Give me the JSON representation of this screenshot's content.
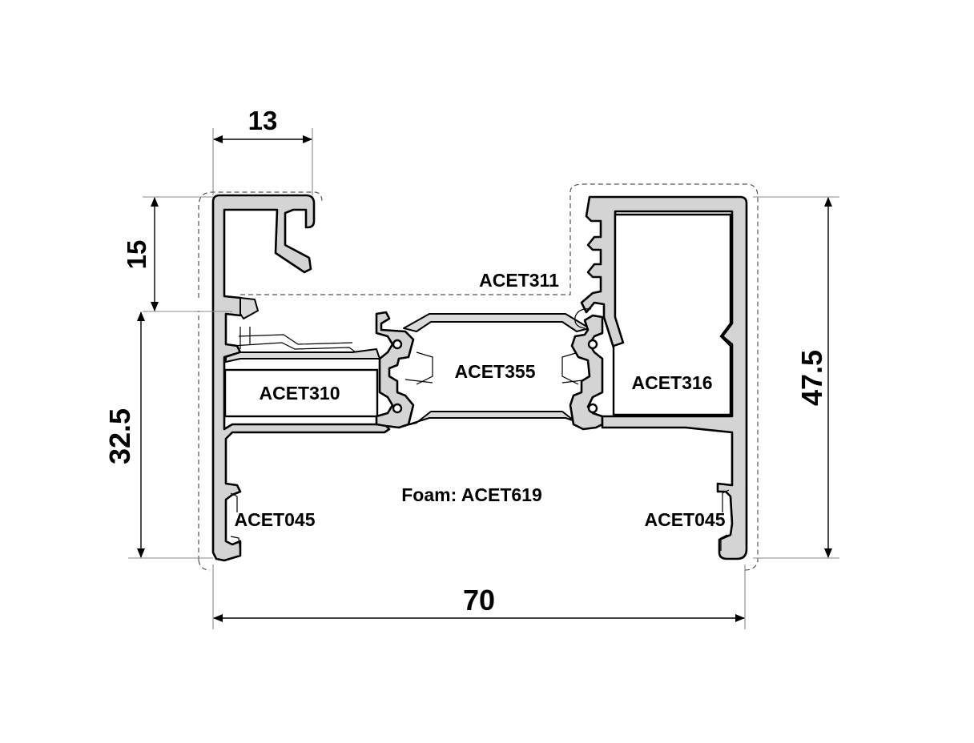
{
  "dimensions": {
    "top_width": "13",
    "left_upper_height": "15",
    "left_lower_height": "32.5",
    "right_height": "47.5",
    "bottom_width": "70"
  },
  "labels": {
    "acet311": "ACET311",
    "acet355": "ACET355",
    "acet310": "ACET310",
    "acet316": "ACET316",
    "foam": "Foam: ACET619",
    "acet045_left": "ACET045",
    "acet045_right": "ACET045"
  }
}
